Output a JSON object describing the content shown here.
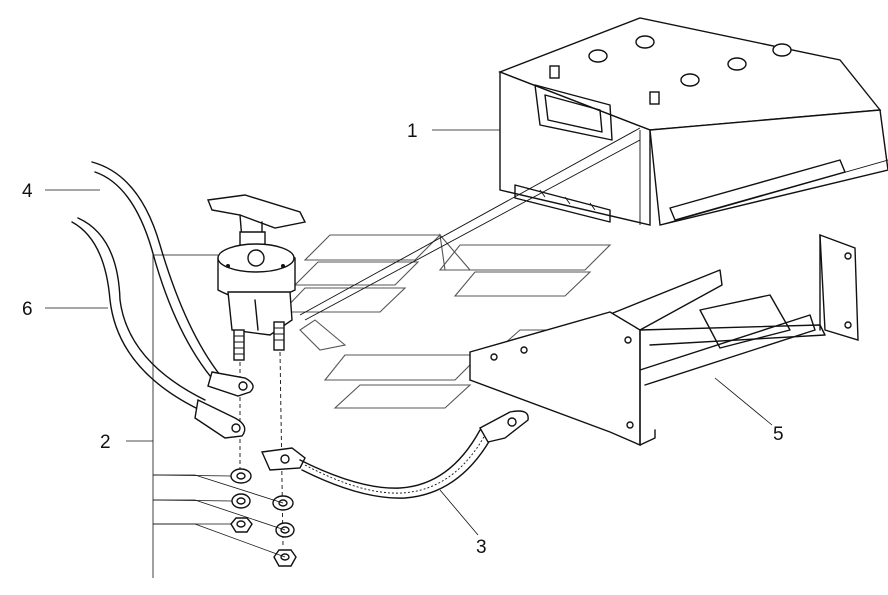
{
  "callouts": [
    {
      "id": "battery",
      "text": "1"
    },
    {
      "id": "hardware",
      "text": "2"
    },
    {
      "id": "strap",
      "text": "3"
    },
    {
      "id": "wire-upper",
      "text": "4"
    },
    {
      "id": "bracket",
      "text": "5"
    },
    {
      "id": "wire-lower",
      "text": "6"
    }
  ]
}
